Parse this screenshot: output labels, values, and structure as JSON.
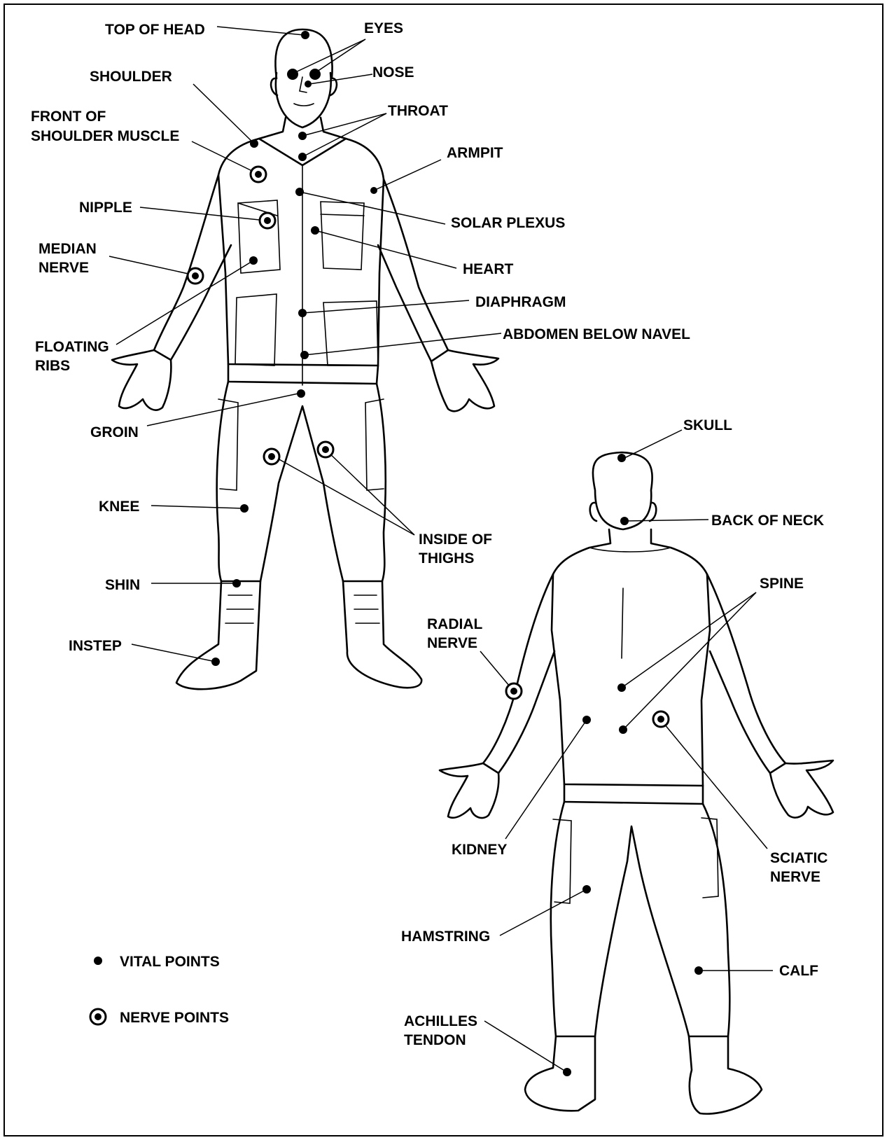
{
  "front_labels": {
    "top_of_head": "TOP OF HEAD",
    "eyes": "EYES",
    "nose": "NOSE",
    "shoulder": "SHOULDER",
    "throat": "THROAT",
    "front_shoulder_1": "FRONT OF",
    "front_shoulder_2": "SHOULDER MUSCLE",
    "armpit": "ARMPIT",
    "nipple": "NIPPLE",
    "solar_plexus": "SOLAR PLEXUS",
    "median_1": "MEDIAN",
    "median_2": "NERVE",
    "heart": "HEART",
    "diaphragm": "DIAPHRAGM",
    "floating_1": "FLOATING",
    "floating_2": "RIBS",
    "abdomen": "ABDOMEN BELOW NAVEL",
    "groin": "GROIN",
    "knee": "KNEE",
    "thighs_1": "INSIDE OF",
    "thighs_2": "THIGHS",
    "shin": "SHIN",
    "instep": "INSTEP"
  },
  "back_labels": {
    "skull": "SKULL",
    "back_of_neck": "BACK OF NECK",
    "spine": "SPINE",
    "radial_1": "RADIAL",
    "radial_2": "NERVE",
    "kidney": "KIDNEY",
    "sciatic_1": "SCIATIC",
    "sciatic_2": "NERVE",
    "hamstring": "HAMSTRING",
    "calf": "CALF",
    "achilles_1": "ACHILLES",
    "achilles_2": "TENDON"
  },
  "legend": {
    "vital": "VITAL POINTS",
    "nerve": "NERVE POINTS"
  }
}
